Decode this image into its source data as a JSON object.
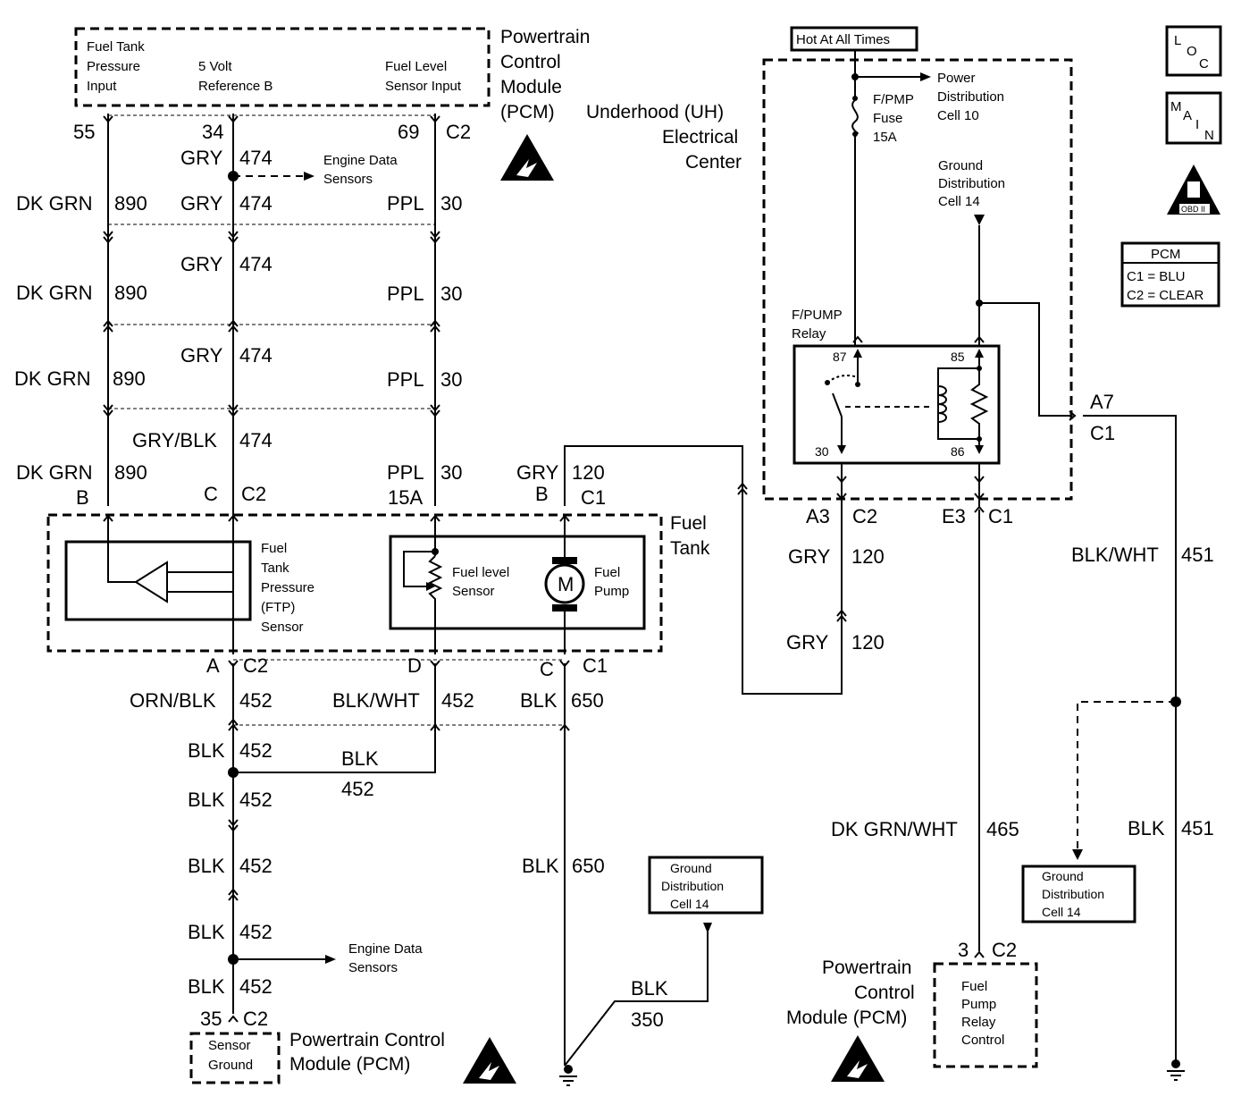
{
  "pcm_top": {
    "title": [
      "Powertrain",
      "Control",
      "Module",
      "(PCM)"
    ],
    "col1": [
      "Fuel Tank",
      "Pressure",
      "Input"
    ],
    "col2": [
      "5 Volt",
      "Reference B"
    ],
    "col3": [
      "Fuel Level",
      "Sensor Input"
    ],
    "pin55": "55",
    "pin34": "34",
    "pin69": "69",
    "conn": "C2"
  },
  "wires": {
    "dkgrn": "DK GRN",
    "n890": "890",
    "gry": "GRY",
    "n474": "474",
    "gryblk": "GRY/BLK",
    "ppl": "PPL",
    "n30": "30",
    "n120": "120",
    "orn_blk": "ORN/BLK",
    "n452": "452",
    "blk_wht": "BLK/WHT",
    "blk": "BLK",
    "n650": "650",
    "n350": "350",
    "n451": "451",
    "dkgrn_wht": "DK GRN/WHT",
    "n465": "465"
  },
  "engine_data_sensors": [
    "Engine Data",
    "Sensors"
  ],
  "fuel_tank": {
    "title": [
      "Fuel",
      "Tank"
    ],
    "pinB": "B",
    "pinC": "C",
    "c2": "C2",
    "pin15a": "15A",
    "c1": "C1",
    "ftp": [
      "Fuel",
      "Tank",
      "Pressure",
      "(FTP)",
      "Sensor"
    ],
    "level": [
      "Fuel level",
      "Sensor"
    ],
    "pump": [
      "Fuel",
      "Pump"
    ],
    "motor": "M",
    "pinA": "A",
    "pinD": "D",
    "pinC2": "C"
  },
  "uh": {
    "hot": "Hot At All Times",
    "title": [
      "Underhood (UH)",
      "Electrical",
      "Center"
    ],
    "power_dist": [
      "Power",
      "Distribution",
      "Cell 10"
    ],
    "fuse": [
      "F/PMP",
      "Fuse",
      "15A"
    ],
    "ground_dist": [
      "Ground",
      "Distribution",
      "Cell 14"
    ],
    "relay": [
      "F/PUMP",
      "Relay"
    ],
    "p87": "87",
    "p85": "85",
    "p30": "30",
    "p86": "86",
    "a3": "A3",
    "c2": "C2",
    "e3": "E3",
    "c1": "C1",
    "a7": "A7"
  },
  "legend": {
    "loc": [
      "L",
      "O",
      "C"
    ],
    "main": [
      "M",
      "A",
      "I",
      "N"
    ],
    "obd": "OBD II",
    "pcm_title": "PCM",
    "c1": "C1 = BLU",
    "c2": "C2 = CLEAR"
  },
  "ground_box": [
    "Ground",
    "Distribution",
    "Cell 14"
  ],
  "pcm_bottom_left": {
    "pin35": "35",
    "c2": "C2",
    "box": [
      "Sensor",
      "Ground"
    ],
    "title": [
      "Powertrain Control",
      "Module (PCM)"
    ]
  },
  "pcm_bottom_right": {
    "pin3": "3",
    "c2": "C2",
    "title": [
      "Powertrain",
      "Control",
      "Module (PCM)"
    ],
    "box": [
      "Fuel",
      "Pump",
      "Relay",
      "Control"
    ]
  }
}
